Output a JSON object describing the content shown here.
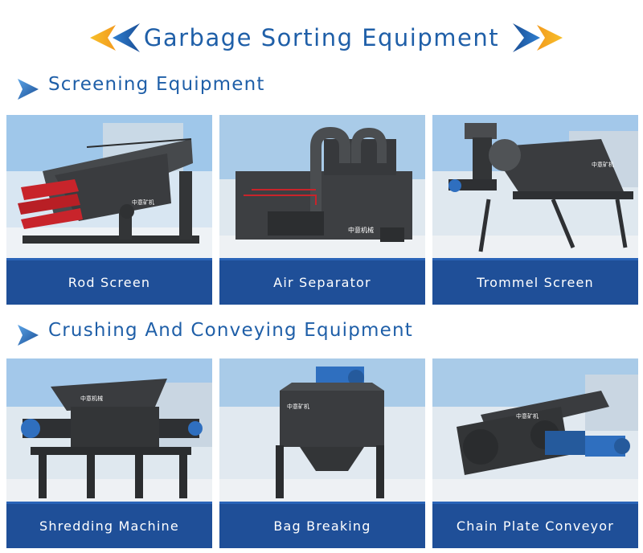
{
  "header": {
    "title": "Garbage Sorting Equipment"
  },
  "sections": [
    {
      "title": "Screening Equipment",
      "items": [
        {
          "label": "Rod Screen",
          "logo": "中意矿机"
        },
        {
          "label": "Air Separator",
          "logo": "中意机械"
        },
        {
          "label": "Trommel Screen",
          "logo": "中意矿机"
        }
      ]
    },
    {
      "title": "Crushing And Conveying Equipment",
      "items": [
        {
          "label": "Shredding Machine",
          "logo": "中意机械"
        },
        {
          "label": "Bag Breaking",
          "logo": "中意矿机"
        },
        {
          "label": "Chain Plate Conveyor",
          "logo": "中意矿机"
        }
      ]
    }
  ],
  "colors": {
    "brand_blue": "#1f5fa8",
    "label_bar": "#1f4f98",
    "accent_orange": "#f5a623",
    "machine_dark": "#3b3d40",
    "rod_red": "#c8242b"
  },
  "icons": [
    "chevron-left-double-icon",
    "chevron-right-double-icon",
    "triangle-right-icon"
  ]
}
